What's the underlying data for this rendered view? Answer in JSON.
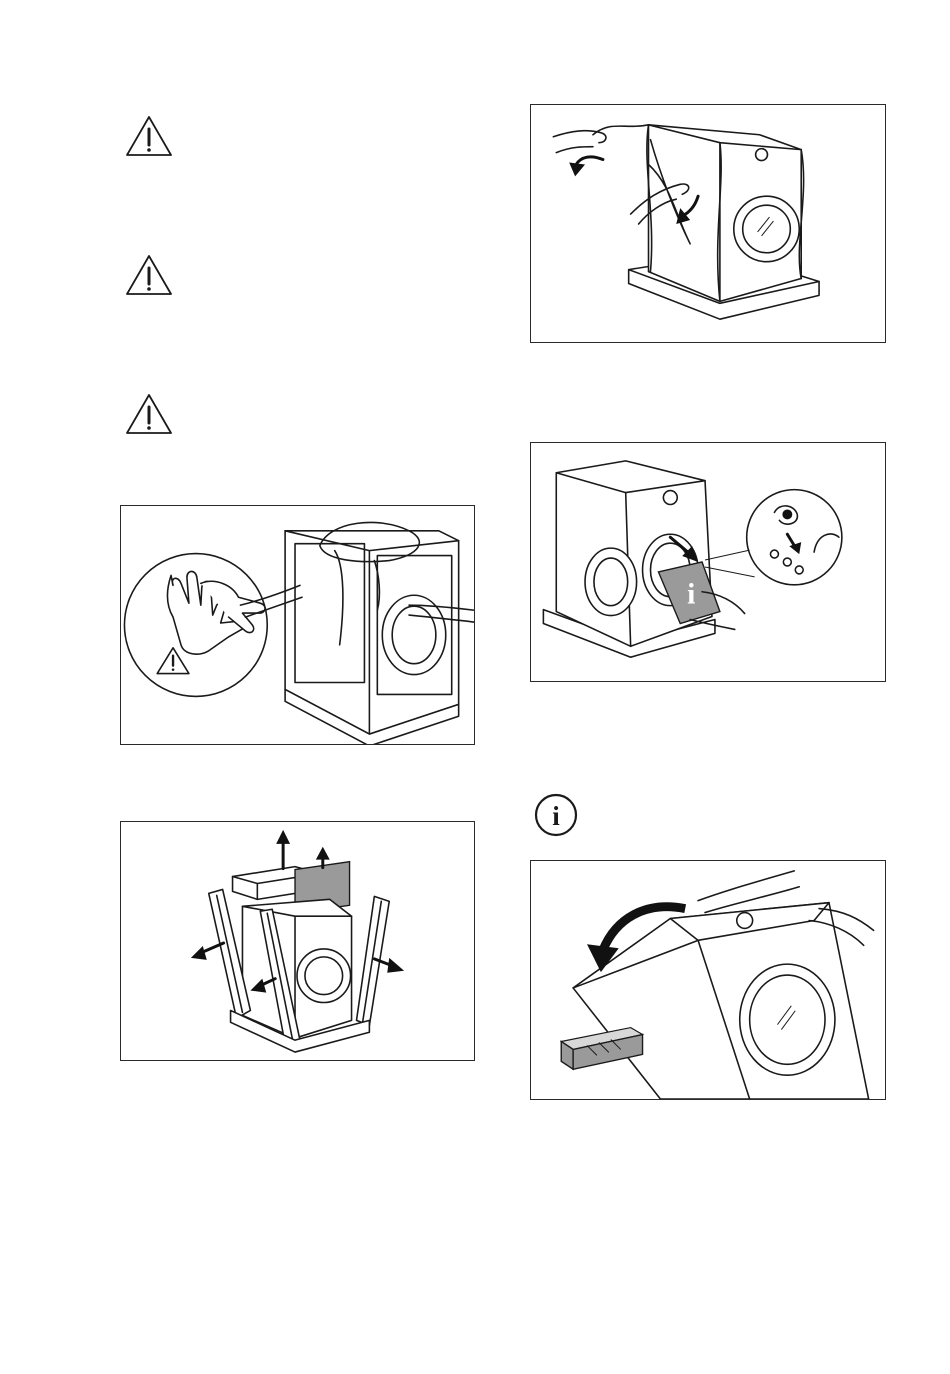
{
  "icons": {
    "warning_1": "warning-triangle-icon",
    "warning_2": "warning-triangle-icon",
    "warning_3": "warning-triangle-icon",
    "info": "info-circle-icon"
  },
  "info_glyph": "i",
  "illustrations": [
    "remove-film-wearing-gloves",
    "lift-off-packaging-parts",
    "remove-protective-film-cover",
    "take-accessory-bag-from-drum",
    "tilt-machine-onto-polystyrene-block"
  ]
}
